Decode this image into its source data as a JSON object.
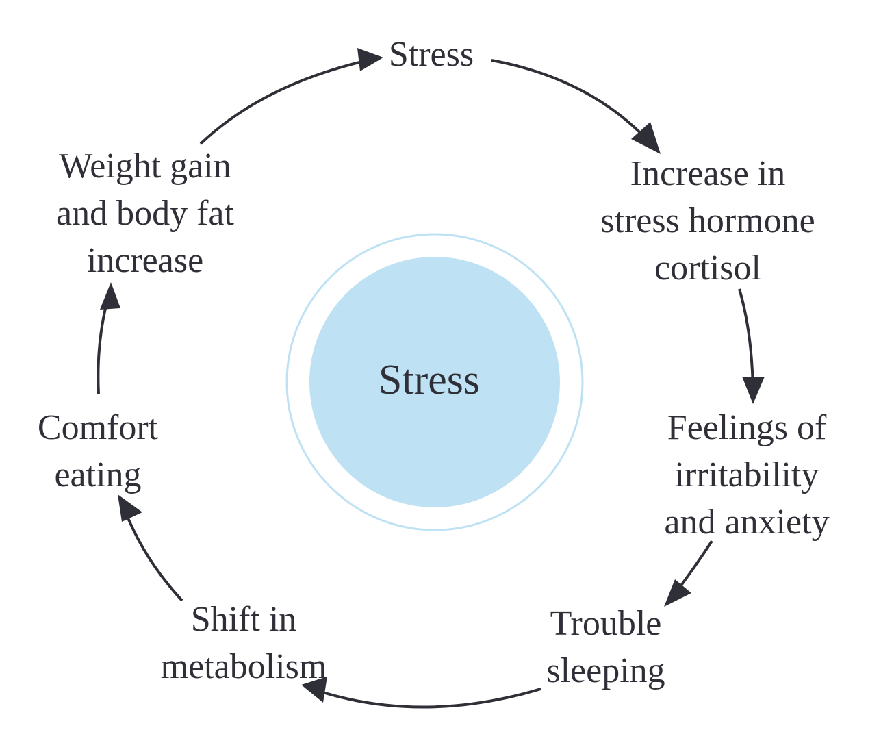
{
  "diagram": {
    "center": {
      "label": "Stress",
      "fill_color": "#bee2f3",
      "ring_color": "#bee2f3"
    },
    "arrow_color": "#2f2f38",
    "text_color": "#2f2f38",
    "nodes": [
      {
        "id": "stress",
        "label": "Stress"
      },
      {
        "id": "cortisol",
        "label": "Increase in\nstress hormone\ncortisol"
      },
      {
        "id": "irritability",
        "label": "Feelings of\nirritability\nand anxiety"
      },
      {
        "id": "trouble-sleeping",
        "label": "Trouble\nsleeping"
      },
      {
        "id": "metabolism",
        "label": "Shift in\nmetabolism"
      },
      {
        "id": "comfort-eating",
        "label": "Comfort\neating"
      },
      {
        "id": "weight-gain",
        "label": "Weight gain\nand body fat\nincrease"
      }
    ],
    "edges": [
      {
        "from": "stress",
        "to": "cortisol"
      },
      {
        "from": "cortisol",
        "to": "irritability"
      },
      {
        "from": "irritability",
        "to": "trouble-sleeping"
      },
      {
        "from": "trouble-sleeping",
        "to": "metabolism"
      },
      {
        "from": "metabolism",
        "to": "comfort-eating"
      },
      {
        "from": "comfort-eating",
        "to": "weight-gain"
      },
      {
        "from": "weight-gain",
        "to": "stress"
      }
    ]
  }
}
